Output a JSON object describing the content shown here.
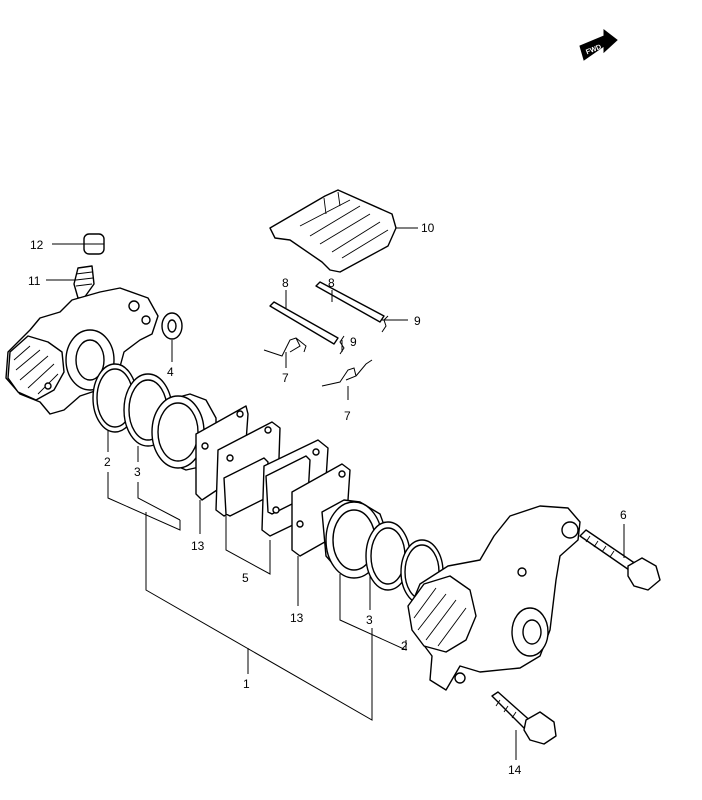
{
  "fwd_badge": "FWD",
  "labels": {
    "l1": "1",
    "l2a": "2",
    "l2b": "2",
    "l3a": "3",
    "l3b": "3",
    "l4": "4",
    "l5": "5",
    "l6": "6",
    "l7a": "7",
    "l7b": "7",
    "l8a": "8",
    "l8b": "8",
    "l9a": "9",
    "l9b": "9",
    "l10": "10",
    "l11": "11",
    "l12": "12",
    "l13a": "13",
    "l13b": "13",
    "l14": "14"
  }
}
